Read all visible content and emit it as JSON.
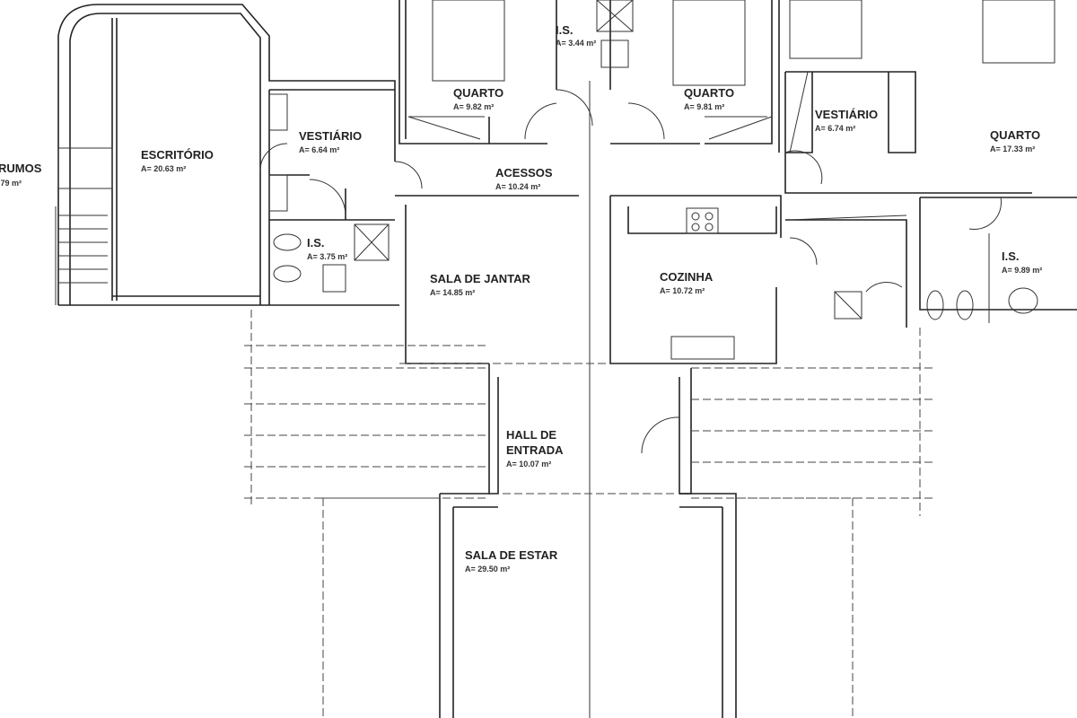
{
  "rooms": [
    {
      "name": "ESCRITÓRIO",
      "area": "A= 20.63 m²"
    },
    {
      "name": "RUMOS",
      "area": ".79 m²"
    },
    {
      "name": "VESTIÁRIO",
      "area": "A= 6.64 m²"
    },
    {
      "name": "I.S.",
      "area": "A= 3.75 m²"
    },
    {
      "name": "QUARTO",
      "area": "A= 9.82 m²"
    },
    {
      "name": "I.S.",
      "area": "A= 3.44 m²"
    },
    {
      "name": "QUARTO",
      "area": "A= 9.81 m²"
    },
    {
      "name": "VESTIÁRIO",
      "area": "A= 6.74 m²"
    },
    {
      "name": "QUARTO",
      "area": "A= 17.33 m²"
    },
    {
      "name": "ACESSOS",
      "area": "A= 10.24 m²"
    },
    {
      "name": "SALA DE JANTAR",
      "area": "A= 14.85 m²"
    },
    {
      "name": "COZINHA",
      "area": "A= 10.72 m²"
    },
    {
      "name": "I.S.",
      "area": "A= 9.89 m²"
    },
    {
      "name": "HALL DE",
      "name2": "ENTRADA",
      "area": "A= 10.07 m²"
    },
    {
      "name": "SALA DE ESTAR",
      "area": "A= 29.50 m²"
    }
  ]
}
